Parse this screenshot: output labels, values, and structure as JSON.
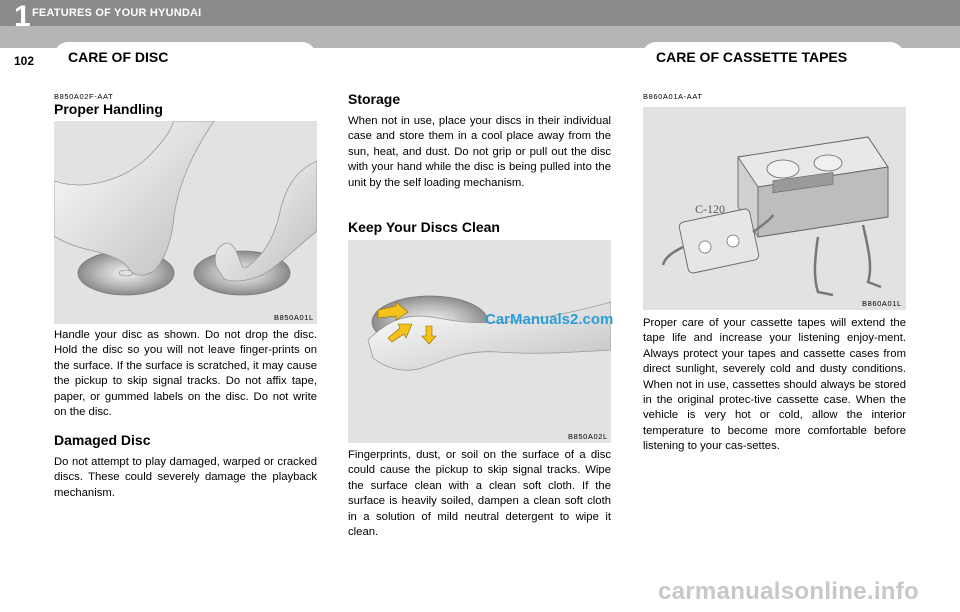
{
  "header": {
    "chapter_number": "1",
    "chapter_title": "FEATURES OF YOUR HYUNDAI",
    "page_number": "102",
    "left_tab": "CARE OF DISC",
    "right_tab": "CARE OF CASSETTE TAPES"
  },
  "col1": {
    "code": "B850A02F-AAT",
    "heading": "Proper Handling",
    "image_caption": "B850A01L",
    "paragraph": "Handle your disc as shown. Do not drop the disc. Hold the disc so you will not leave finger-prints on the surface. If the surface is scratched, it may cause the pickup to skip signal tracks. Do not affix tape, paper, or gummed labels on the disc. Do not write on the disc.",
    "damaged_heading": "Damaged Disc",
    "damaged_paragraph": "Do not attempt to play damaged, warped or cracked discs. These could severely damage the playback mechanism."
  },
  "col2": {
    "storage_heading": "Storage",
    "storage_paragraph": "When not in use, place your discs in their individual case and store them in a cool place away from the sun, heat, and dust. Do not grip or pull out the disc with your hand while the disc is being pulled into the unit by the self loading mechanism.",
    "clean_heading": "Keep Your Discs Clean",
    "image_caption": "B850A02L",
    "watermark": "CarManuals2.com",
    "clean_paragraph": "Fingerprints, dust, or soil on the surface of a disc could cause the pickup to skip signal tracks. Wipe the surface clean with a clean soft cloth. If the surface is heavily soiled, dampen a clean soft cloth in a solution of mild neutral detergent to wipe it clean."
  },
  "col3": {
    "code": "B860A01A-AAT",
    "image_caption": "B860A01L",
    "cassette_label": "C-120",
    "paragraph": "Proper care of your cassette tapes will extend the tape life and increase your listening enjoy-ment. Always protect your tapes and cassette cases from direct sunlight, severely cold and dusty conditions. When not in use, cassettes should always be stored in the original protec-tive cassette case. When the vehicle is very hot or cold, allow the interior temperature to become more comfortable before listening to your cas-settes."
  },
  "footer": {
    "watermark": "carmanualsonline.info"
  }
}
